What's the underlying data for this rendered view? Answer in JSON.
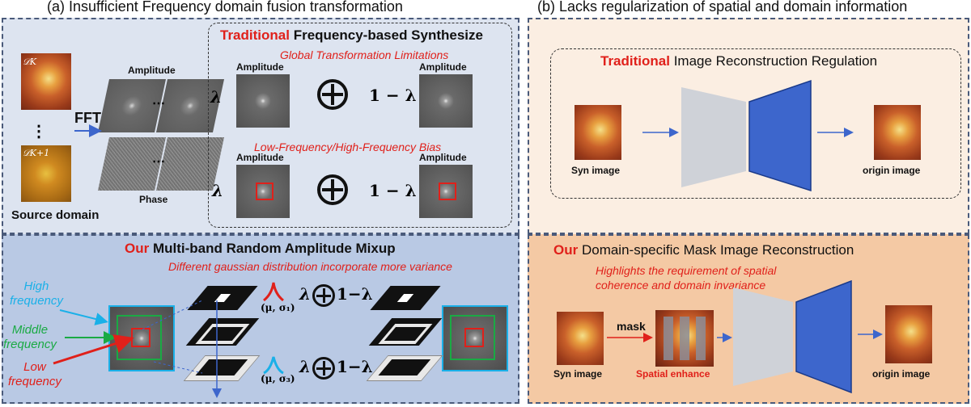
{
  "panel_a": {
    "title": "(a) Insufficient Frequency domain fusion transformation",
    "top": {
      "source_label": "Source domain",
      "domain1": "𝒟K",
      "domain2": "𝒟K+1",
      "dots_vertical": "⋮",
      "fft": "FFT",
      "amplitude": "Amplitude",
      "phase": "Phase",
      "dots": "⋯",
      "heading_red": "Traditional",
      "heading_rest": " Frequency-based  Synthesize",
      "note1": "Global Transformation Limitations",
      "note2": "Low-Frequency/High-Frequency Bias",
      "amp_label": "Amplitude",
      "lambda": "λ",
      "one_minus_lambda": "1 − λ"
    },
    "bottom": {
      "heading_red": "Our",
      "heading_rest": " Multi-band Random Amplitude Mixup",
      "note": "Different gaussian distribution incorporate more variance",
      "high": [
        "High",
        "frequency"
      ],
      "middle": [
        "Middle",
        "frequency"
      ],
      "low": [
        "Low",
        "frequency"
      ],
      "gauss1": "(μ, σ₁)",
      "gauss3": "(μ, σ₃)",
      "lambda": "λ",
      "one_minus_lambda": "1−λ"
    }
  },
  "panel_b": {
    "title": "(b) Lacks regularization of spatial and domain information",
    "top": {
      "heading_red": "Traditional",
      "heading_rest": " Image Reconstruction Regulation",
      "syn": "Syn image",
      "origin": "origin image"
    },
    "bottom": {
      "heading_red": "Our",
      "heading_rest": " Domain-specific Mask Image Reconstruction",
      "note": [
        "Highlights the requirement of spatial",
        "coherence and domain invariance"
      ],
      "mask": "mask",
      "syn": "Syn image",
      "spatial": "Spatial enhance",
      "origin": "origin image"
    }
  },
  "colors": {
    "red": "#e0201a",
    "blue_encoder": "#3d66cc",
    "gray_decoder": "#cfd2d8",
    "high_freq": "#1ab0e8",
    "middle_freq": "#1aaa44",
    "low_freq": "#e0201a",
    "panel_a_top_bg": "#dde4f0",
    "panel_a_bottom_bg": "#b9c9e4",
    "panel_b_top_bg": "#fbeee2",
    "panel_b_bottom_bg": "#f4c9a4"
  }
}
